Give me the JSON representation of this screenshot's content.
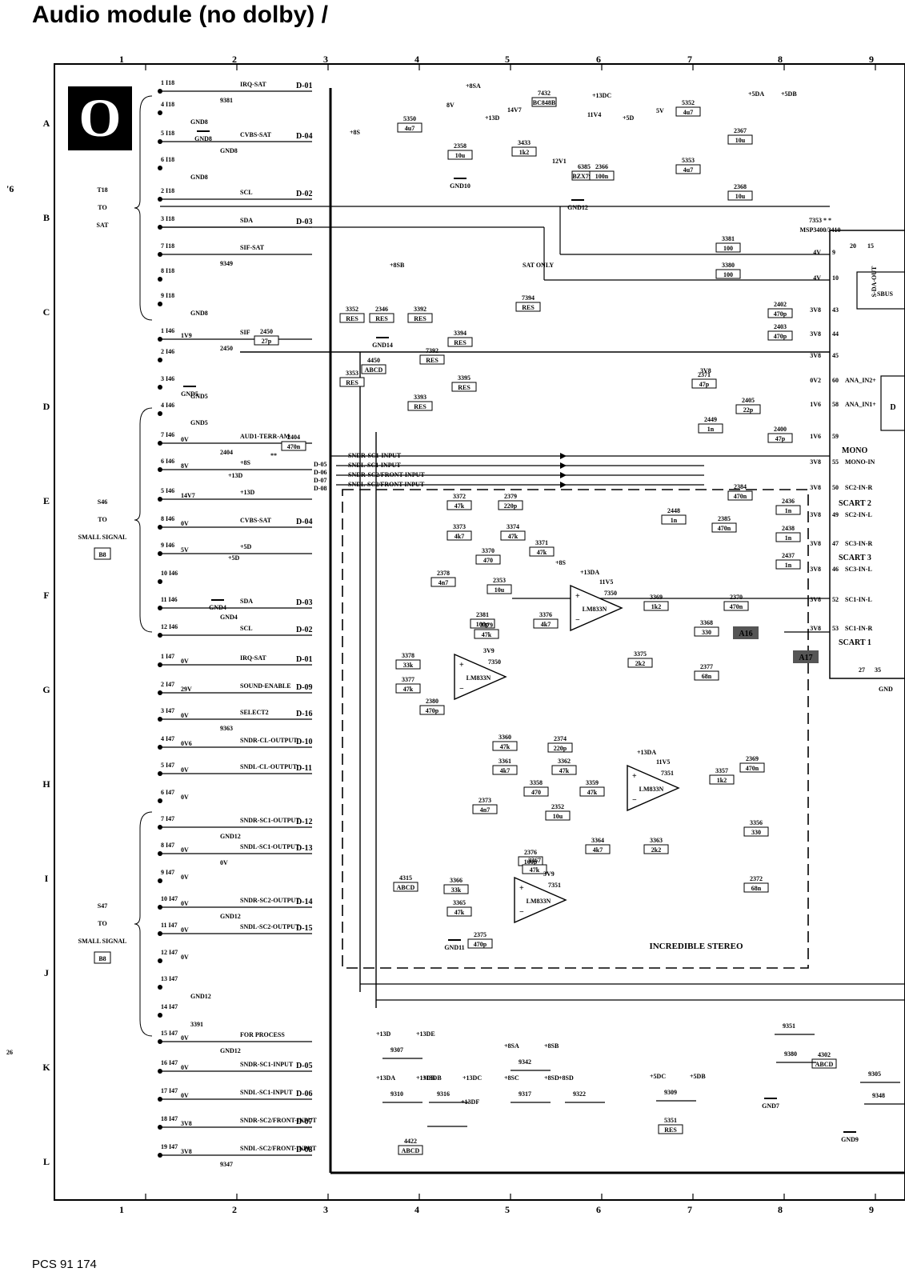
{
  "title": "Audio module (no dolby) /",
  "footer": "PCS 91 174",
  "panel_letter": "O",
  "columns": [
    "1",
    "2",
    "3",
    "4",
    "5",
    "6",
    "7",
    "8",
    "9"
  ],
  "rows": [
    "A",
    "B",
    "C",
    "D",
    "E",
    "F",
    "G",
    "H",
    "I",
    "J",
    "K",
    "L"
  ],
  "margin_marks": [
    "'6",
    "26"
  ],
  "connector_groups": [
    {
      "name": "T18",
      "to": "TO",
      "target": "SAT",
      "box": ""
    },
    {
      "name": "S46",
      "to": "TO",
      "target": "SMALL SIGNAL",
      "box": "B8"
    },
    {
      "name": "S47",
      "to": "TO",
      "target": "SMALL SIGNAL",
      "box": "B8"
    }
  ],
  "pins": [
    {
      "pin": "1 I18",
      "volt": "",
      "signal": "IRQ-SAT",
      "ref": "D-01",
      "extra": "9381"
    },
    {
      "pin": "4 I18",
      "volt": "",
      "signal": "",
      "ref": "",
      "extra": "GND8"
    },
    {
      "pin": "5 I18",
      "volt": "",
      "signal": "CVBS-SAT",
      "ref": "D-04",
      "extra": "GND8"
    },
    {
      "pin": "6 I18",
      "volt": "",
      "signal": "",
      "ref": "",
      "extra": "GND8"
    },
    {
      "pin": "2 I18",
      "volt": "",
      "signal": "SCL",
      "ref": "D-02",
      "extra": ""
    },
    {
      "pin": "3 I18",
      "volt": "",
      "signal": "SDA",
      "ref": "D-03",
      "extra": ""
    },
    {
      "pin": "7 I18",
      "volt": "",
      "signal": "SIF-SAT",
      "ref": "",
      "extra": "9349"
    },
    {
      "pin": "8 I18",
      "volt": "",
      "signal": "",
      "ref": "",
      "extra": ""
    },
    {
      "pin": "9 I18",
      "volt": "",
      "signal": "",
      "ref": "",
      "extra": "GND8"
    },
    {
      "pin": "1 I46",
      "volt": "1V9",
      "signal": "SIF",
      "ref": "",
      "extra": "2450"
    },
    {
      "pin": "2 I46",
      "volt": "",
      "signal": "",
      "ref": "",
      "extra": ""
    },
    {
      "pin": "3 I46",
      "volt": "",
      "signal": "",
      "ref": "",
      "extra": "GND5"
    },
    {
      "pin": "4 I46",
      "volt": "",
      "signal": "",
      "ref": "",
      "extra": "GND5"
    },
    {
      "pin": "7 I46",
      "volt": "0V",
      "signal": "AUD1-TERR-AM",
      "ref": "",
      "extra": "2404"
    },
    {
      "pin": "6 I46",
      "volt": "8V",
      "signal": "+8S",
      "ref": "",
      "extra": ""
    },
    {
      "pin": "5 I46",
      "volt": "14V7",
      "signal": "+13D",
      "ref": "",
      "extra": ""
    },
    {
      "pin": "8 I46",
      "volt": "0V",
      "signal": "CVBS-SAT",
      "ref": "D-04",
      "extra": ""
    },
    {
      "pin": "9 I46",
      "volt": "5V",
      "signal": "+5D",
      "ref": "",
      "extra": ""
    },
    {
      "pin": "10 I46",
      "volt": "",
      "signal": "",
      "ref": "",
      "extra": ""
    },
    {
      "pin": "11 I46",
      "volt": "",
      "signal": "SDA",
      "ref": "D-03",
      "extra": "GND4"
    },
    {
      "pin": "12 I46",
      "volt": "",
      "signal": "SCL",
      "ref": "D-02",
      "extra": ""
    },
    {
      "pin": "1 I47",
      "volt": "0V",
      "signal": "IRQ-SAT",
      "ref": "D-01",
      "extra": ""
    },
    {
      "pin": "2 I47",
      "volt": "29V",
      "signal": "SOUND-ENABLE",
      "ref": "D-09",
      "extra": ""
    },
    {
      "pin": "3 I47",
      "volt": "0V",
      "signal": "SELECT2",
      "ref": "D-16",
      "extra": "9363"
    },
    {
      "pin": "4 I47",
      "volt": "0V6",
      "signal": "SNDR-CL-OUTPUT",
      "ref": "D-10",
      "extra": ""
    },
    {
      "pin": "5 I47",
      "volt": "0V",
      "signal": "SNDL-CL-OUTPUT",
      "ref": "D-11",
      "extra": ""
    },
    {
      "pin": "6 I47",
      "volt": "0V",
      "signal": "",
      "ref": "",
      "extra": ""
    },
    {
      "pin": "7 I47",
      "volt": "",
      "signal": "SNDR-SC1-OUTPUT",
      "ref": "D-12",
      "extra": "GND12"
    },
    {
      "pin": "8 I47",
      "volt": "0V",
      "signal": "SNDL-SC1-OUTPUT",
      "ref": "D-13",
      "extra": "0V"
    },
    {
      "pin": "9 I47",
      "volt": "0V",
      "signal": "",
      "ref": "",
      "extra": ""
    },
    {
      "pin": "10 I47",
      "volt": "0V",
      "signal": "SNDR-SC2-OUTPUT",
      "ref": "D-14",
      "extra": "GND12"
    },
    {
      "pin": "11 I47",
      "volt": "0V",
      "signal": "SNDL-SC2-OUTPUT",
      "ref": "D-15",
      "extra": ""
    },
    {
      "pin": "12 I47",
      "volt": "0V",
      "signal": "",
      "ref": "",
      "extra": ""
    },
    {
      "pin": "13 I47",
      "volt": "",
      "signal": "",
      "ref": "",
      "extra": "GND12"
    },
    {
      "pin": "14 I47",
      "volt": "",
      "signal": "",
      "ref": "",
      "extra": "3391"
    },
    {
      "pin": "15 I47",
      "volt": "0V",
      "signal": "FOR PROCESS",
      "ref": "",
      "extra": "GND12"
    },
    {
      "pin": "16 I47",
      "volt": "0V",
      "signal": "SNDR-SC1-INPUT",
      "ref": "D-05",
      "extra": ""
    },
    {
      "pin": "17 I47",
      "volt": "0V",
      "signal": "SNDL-SC1-INPUT",
      "ref": "D-06",
      "extra": ""
    },
    {
      "pin": "18 I47",
      "volt": "3V8",
      "signal": "SNDR-SC2/FRONT-INPUT",
      "ref": "D-07",
      "extra": ""
    },
    {
      "pin": "19 I47",
      "volt": "3V8",
      "signal": "SNDL-SC2/FRONT-INPUT",
      "ref": "D-08",
      "extra": "9347"
    }
  ],
  "bus_signals": [
    "SNDR-SC1-INPUT",
    "SNDL-SC1-INPUT",
    "SNDR-SC2/FRONT-INPUT",
    "SNDL-SC2/FRONT-INPUT"
  ],
  "bus_refs": [
    "D-05",
    "D-06",
    "D-07",
    "D-08"
  ],
  "bus_star": "**",
  "ic": {
    "ref": "7353",
    "stars": "* *",
    "part": "MSP3400/3410",
    "sbus": "SBUS",
    "sda_out": "S-DA-OUT",
    "d_label": "D",
    "pins": [
      {
        "num": "9",
        "name": "",
        "volt": "4V"
      },
      {
        "num": "10",
        "name": "",
        "volt": "4V"
      },
      {
        "num": "43",
        "name": "",
        "volt": "3V8"
      },
      {
        "num": "44",
        "name": "",
        "volt": "3V8"
      },
      {
        "num": "45",
        "name": "",
        "volt": "3V8"
      },
      {
        "num": "60",
        "name": "ANA_IN2+",
        "volt": "0V2"
      },
      {
        "num": "58",
        "name": "ANA_IN1+",
        "volt": "1V6"
      },
      {
        "num": "59",
        "name": "",
        "volt": "1V6"
      },
      {
        "num": "55",
        "name": "MONO-IN",
        "volt": "3V8"
      },
      {
        "num": "50",
        "name": "SC2-IN-R",
        "volt": "3V8"
      },
      {
        "num": "49",
        "name": "SC2-IN-L",
        "volt": "3V8"
      },
      {
        "num": "47",
        "name": "SC3-IN-R",
        "volt": "3V8"
      },
      {
        "num": "46",
        "name": "SC3-IN-L",
        "volt": "3V8"
      },
      {
        "num": "52",
        "name": "SC1-IN-L",
        "volt": "3V8"
      },
      {
        "num": "53",
        "name": "SC1-IN-R",
        "volt": "3V8"
      }
    ],
    "top_pins": [
      "20",
      "15"
    ],
    "bottom_pins": [
      "27",
      "35"
    ],
    "gnd": "GND",
    "groups": [
      "MONO",
      "SCART 2",
      "SCART 3",
      "SCART 1"
    ]
  },
  "components": [
    {
      "ref": "5350",
      "value": "4u7"
    },
    {
      "ref": "2358",
      "value": "10u"
    },
    {
      "ref": "7432",
      "value": "BC848B"
    },
    {
      "ref": "3433",
      "value": "1k2"
    },
    {
      "ref": "6385",
      "value": "BZX79F"
    },
    {
      "ref": "2366",
      "value": "100n"
    },
    {
      "ref": "5352",
      "value": "4u7"
    },
    {
      "ref": "5353",
      "value": "4u7"
    },
    {
      "ref": "2367",
      "value": "10u"
    },
    {
      "ref": "2368",
      "value": "10u"
    },
    {
      "ref": "3381",
      "value": "100"
    },
    {
      "ref": "3380",
      "value": "100"
    },
    {
      "ref": "3352",
      "value": "RES"
    },
    {
      "ref": "2346",
      "value": "RES"
    },
    {
      "ref": "3392",
      "value": "RES"
    },
    {
      "ref": "3353",
      "value": "RES"
    },
    {
      "ref": "3393",
      "value": "RES"
    },
    {
      "ref": "4450",
      "value": "ABCD"
    },
    {
      "ref": "7392",
      "value": "RES"
    },
    {
      "ref": "3394",
      "value": "RES"
    },
    {
      "ref": "3395",
      "value": "RES"
    },
    {
      "ref": "7394",
      "value": "RES"
    },
    {
      "ref": "2402",
      "value": "470p"
    },
    {
      "ref": "2403",
      "value": "470p"
    },
    {
      "ref": "2371",
      "value": "47p"
    },
    {
      "ref": "2405",
      "value": "22p"
    },
    {
      "ref": "2449",
      "value": "1n"
    },
    {
      "ref": "2400",
      "value": "47p"
    },
    {
      "ref": "2404",
      "value": "470n"
    },
    {
      "ref": "2384",
      "value": "470n"
    },
    {
      "ref": "2385",
      "value": "470n"
    },
    {
      "ref": "2436",
      "value": "1n"
    },
    {
      "ref": "2438",
      "value": "1n"
    },
    {
      "ref": "2437",
      "value": "1n"
    },
    {
      "ref": "2448",
      "value": "1n"
    },
    {
      "ref": "3372",
      "value": "47k"
    },
    {
      "ref": "2379",
      "value": "220p"
    },
    {
      "ref": "3373",
      "value": "4k7"
    },
    {
      "ref": "3374",
      "value": "47k"
    },
    {
      "ref": "3370",
      "value": "470"
    },
    {
      "ref": "3371",
      "value": "47k"
    },
    {
      "ref": "2378",
      "value": "4n7"
    },
    {
      "ref": "2353",
      "value": "10u"
    },
    {
      "ref": "3369",
      "value": "1k2"
    },
    {
      "ref": "2370",
      "value": "470n"
    },
    {
      "ref": "3368",
      "value": "330"
    },
    {
      "ref": "2377",
      "value": "68n"
    },
    {
      "ref": "2381",
      "value": "100p"
    },
    {
      "ref": "3379",
      "value": "47k"
    },
    {
      "ref": "3376",
      "value": "4k7"
    },
    {
      "ref": "3375",
      "value": "2k2"
    },
    {
      "ref": "3378",
      "value": "33k"
    },
    {
      "ref": "3377",
      "value": "47k"
    },
    {
      "ref": "2380",
      "value": "470p"
    },
    {
      "ref": "3360",
      "value": "47k"
    },
    {
      "ref": "2374",
      "value": "220p"
    },
    {
      "ref": "3361",
      "value": "4k7"
    },
    {
      "ref": "3362",
      "value": "47k"
    },
    {
      "ref": "3358",
      "value": "470"
    },
    {
      "ref": "3359",
      "value": "47k"
    },
    {
      "ref": "2373",
      "value": "4n7"
    },
    {
      "ref": "2352",
      "value": "10u"
    },
    {
      "ref": "3357",
      "value": "1k2"
    },
    {
      "ref": "2369",
      "value": "470n"
    },
    {
      "ref": "3356",
      "value": "330"
    },
    {
      "ref": "2372",
      "value": "68n"
    },
    {
      "ref": "2376",
      "value": "100p"
    },
    {
      "ref": "3367",
      "value": "47k"
    },
    {
      "ref": "3364",
      "value": "4k7"
    },
    {
      "ref": "3363",
      "value": "2k2"
    },
    {
      "ref": "4315",
      "value": "ABCD"
    },
    {
      "ref": "3366",
      "value": "33k"
    },
    {
      "ref": "3365",
      "value": "47k"
    },
    {
      "ref": "2375",
      "value": "470p"
    },
    {
      "ref": "2450",
      "value": "27p"
    },
    {
      "ref": "4422",
      "value": "ABCD"
    },
    {
      "ref": "5351",
      "value": "RES"
    },
    {
      "ref": "4302",
      "value": "ABCD"
    }
  ],
  "opamps": [
    {
      "ref": "7350",
      "part": "LM833N",
      "supply": "+13DA",
      "volt": "11V5"
    },
    {
      "ref": "7350",
      "part": "LM833N",
      "supply": "",
      "volt": "3V9"
    },
    {
      "ref": "7351",
      "part": "LM833N",
      "supply": "+13DA",
      "volt": "11V5"
    },
    {
      "ref": "7351",
      "part": "LM833N",
      "supply": "",
      "volt": "3V9"
    }
  ],
  "supply_labels": [
    "+8SA",
    "8V",
    "+8S",
    "+13DC",
    "11V4",
    "14V7",
    "+13D",
    "12V1",
    "+5D",
    "5V",
    "+5DA",
    "+5DB",
    "+8SB",
    "SAT ONLY",
    "3V8",
    "+8S",
    "+13D",
    "+5D"
  ],
  "grounds": [
    "GND10",
    "GND12",
    "GND14",
    "GND11",
    "GND7",
    "GND8",
    "GND9",
    "GND4",
    "GND5"
  ],
  "markers": [
    "A16",
    "A17"
  ],
  "block_label": "INCREDIBLE STEREO",
  "jumpers": [
    {
      "from": "+13D",
      "to": "+13DE",
      "ref": "9307"
    },
    {
      "from": "+8SA",
      "to": "+8SB",
      "ref": "9342"
    },
    {
      "from": "+13DA",
      "to": "+13DB",
      "ref": "9310"
    },
    {
      "from": "+13DB",
      "to": "+13DC",
      "ref": "9316"
    },
    {
      "from": "+8SC",
      "to": "+8SD",
      "ref": "9317"
    },
    {
      "from": "+8SD",
      "to": "",
      "ref": "9322"
    },
    {
      "from": "+5DC",
      "to": "+5DB",
      "ref": "9309"
    },
    {
      "from": "",
      "to": "+13DF",
      "ref": ""
    },
    {
      "from": "",
      "to": "",
      "ref": "9351"
    },
    {
      "from": "",
      "to": "",
      "ref": "9380"
    },
    {
      "from": "",
      "to": "",
      "ref": "9305"
    },
    {
      "from": "",
      "to": "",
      "ref": "9348"
    }
  ]
}
